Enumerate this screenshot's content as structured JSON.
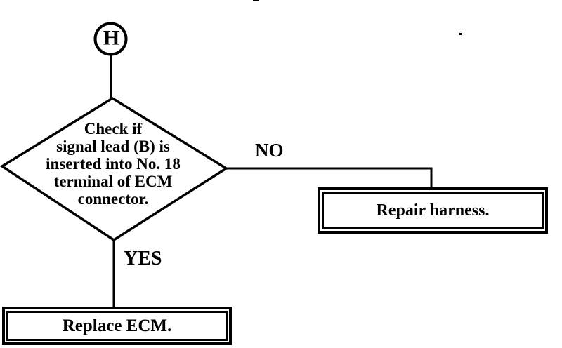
{
  "page": {
    "background_color": "#ffffff",
    "ink_color": "#000000"
  },
  "flowchart": {
    "start_connector": {
      "label": "H"
    },
    "decision": {
      "lines": [
        "Check if",
        "signal lead (B) is",
        "inserted into No. 18",
        "terminal of ECM",
        "connector."
      ],
      "text": "Check if signal lead (B) is inserted into No. 18 terminal of ECM connector."
    },
    "branches": {
      "no": {
        "label": "NO",
        "result": "Repair harness."
      },
      "yes": {
        "label": "YES",
        "result": "Replace ECM."
      }
    }
  }
}
